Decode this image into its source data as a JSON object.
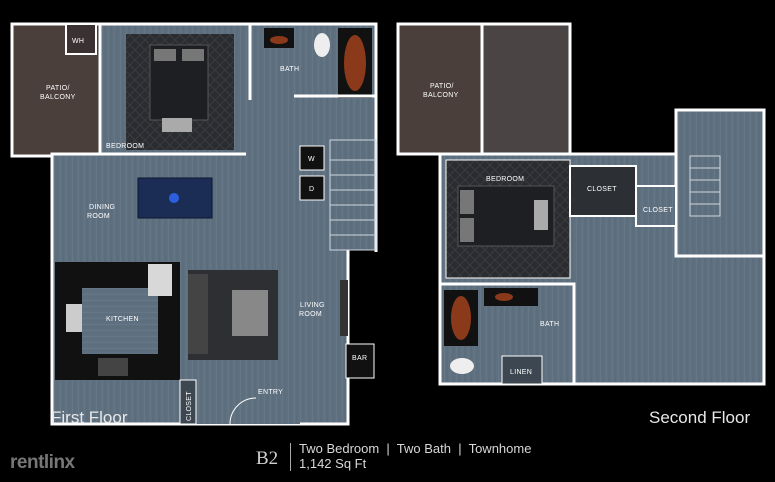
{
  "floors": {
    "first": {
      "label": "First Floor",
      "rooms": {
        "wh": "WH",
        "patio_line1": "PATIO/",
        "patio_line2": "BALCONY",
        "bedroom": "BEDROOM",
        "bath": "BATH",
        "w": "W",
        "d": "D",
        "dining_line1": "DINING",
        "dining_line2": "ROOM",
        "kitchen": "KITCHEN",
        "living_line1": "LIVING",
        "living_line2": "ROOM",
        "bar": "BAR",
        "entry": "ENTRY",
        "closet": "CLOSET"
      }
    },
    "second": {
      "label": "Second Floor",
      "rooms": {
        "patio_line1": "PATIO/",
        "patio_line2": "BALCONY",
        "bedroom": "BEDROOM",
        "closet_a": "CLOSET",
        "closet_b": "CLOSET",
        "bath": "BATH",
        "linen": "LINEN"
      }
    }
  },
  "unit": {
    "code": "B2",
    "description": "Two Bedroom  |  Two Bath  |  Townhome",
    "area": "1,142 Sq Ft"
  },
  "brand": "rentlinx",
  "colors": {
    "background": "#000000",
    "floor": "#5f7080",
    "patio": "#4a3f3a",
    "wall": "#ffffff",
    "rug": "#2e2f33"
  }
}
